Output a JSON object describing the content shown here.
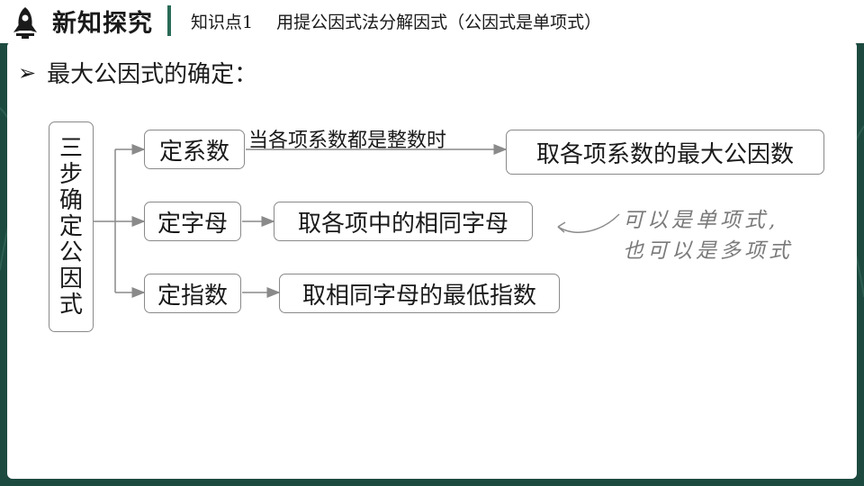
{
  "header": {
    "section_title": "新知探究",
    "knowledge_point": "知识点1",
    "topic_title": "用提公因式法分解因式（公因式是单项式）"
  },
  "main": {
    "heading": "最大公因式的确定：",
    "bullet_glyph": "➢",
    "root_chars": [
      "三",
      "步",
      "确",
      "定",
      "公",
      "因",
      "式"
    ],
    "steps": [
      {
        "label": "定系数",
        "condition": "当各项系数都是整数时",
        "result": "取各项系数的最大公因数"
      },
      {
        "label": "定字母",
        "result": "取各项中的相同字母"
      },
      {
        "label": "定指数",
        "result": "取相同字母的最低指数"
      }
    ],
    "note_lines": [
      "可以是单项式,",
      "也可以是多项式"
    ]
  },
  "colors": {
    "background": "#1d4a3f",
    "accent": "#2a6b58",
    "box_border": "#8a8a8a",
    "connector": "#8a8a8a",
    "note_text": "#7a7a7a"
  }
}
